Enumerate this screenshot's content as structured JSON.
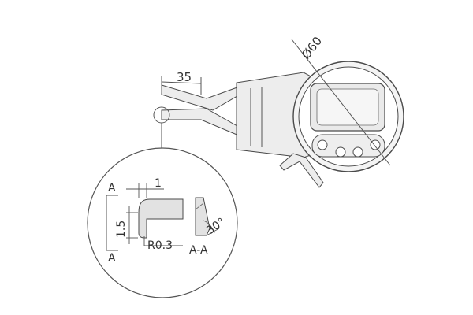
{
  "drawing": {
    "labels": {
      "jaw_length": "35",
      "dial_diameter": "Ø60",
      "tip_width": "1",
      "tip_height": "1.5",
      "tip_radius": "R0.3",
      "section_label": "A-A",
      "section_mark_top": "A",
      "section_mark_bottom": "A",
      "angle": "30°"
    },
    "colors": {
      "line": "#555555",
      "fill": "#ededed",
      "text": "#333333"
    }
  }
}
